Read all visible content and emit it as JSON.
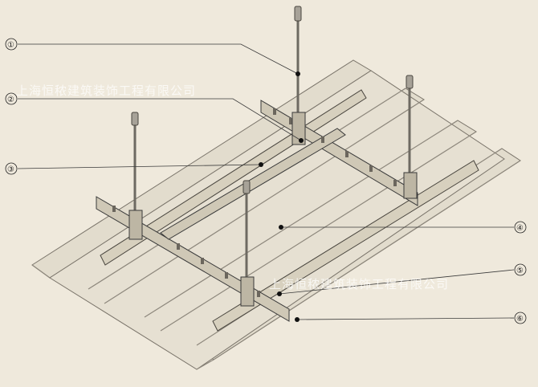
{
  "callouts": [
    {
      "id": 1,
      "label": "①"
    },
    {
      "id": 2,
      "label": "②"
    },
    {
      "id": 3,
      "label": "③"
    },
    {
      "id": 4,
      "label": "④"
    },
    {
      "id": 5,
      "label": "⑤"
    },
    {
      "id": 6,
      "label": "⑥"
    }
  ],
  "watermark": {
    "text_top": "上海恒秾建筑装饰工程有限公司",
    "text_bottom": "上海恒秾建筑装饰工程有限公司"
  },
  "colors": {
    "background": "#efe9dc",
    "panel": "#e2dccd",
    "panel_edge": "#7a746a",
    "carrier": "#d7d0be",
    "rod": "#6e6a62",
    "line": "#3a3a3a"
  }
}
